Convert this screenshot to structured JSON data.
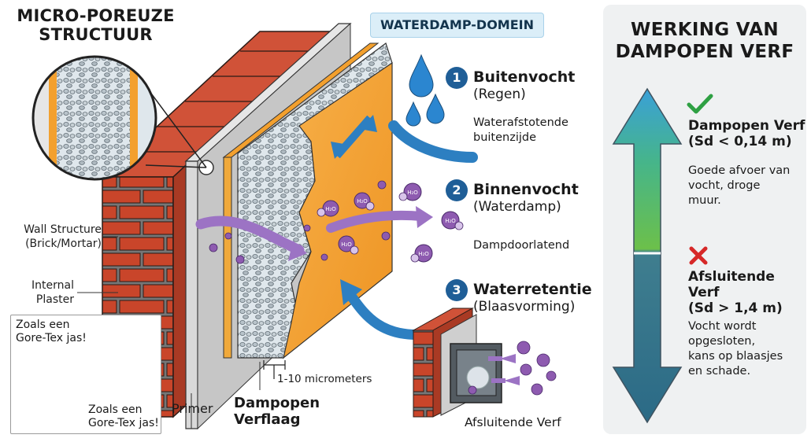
{
  "left_title": {
    "line1": "MICRO-POREUZE",
    "line2": "STRUCTUUR"
  },
  "domain_badge": "WATERDAMP-DOMEIN",
  "left_labels": {
    "wall_structure_1": "Wall Structure",
    "wall_structure_2": "(Brick/Mortar)",
    "internal_plaster_1": "Internal",
    "internal_plaster_2": "Plaster",
    "gore_tex_1": "Zoals een",
    "gore_tex_2": "Gore-Tex jas!",
    "gore_tex_3": "Zoals een",
    "gore_tex_4": "Gore-Tex jas!"
  },
  "bottom_labels": {
    "primer": "Primer",
    "verflaag_1": "Dampopen",
    "verflaag_2": "Verflaag",
    "micrometers": "1-10 micrometers",
    "afsluitende_verf": "Afsluitende Verf"
  },
  "molecule_label": "H₂O",
  "steps": [
    {
      "num": "1",
      "title": "Buitenvocht",
      "subtitle": "(Regen)",
      "desc_1": "Waterafstotende",
      "desc_2": "buitenzijde"
    },
    {
      "num": "2",
      "title": "Binnenvocht",
      "subtitle": "(Waterdamp)",
      "desc_1": "Dampdoorlatend",
      "desc_2": ""
    },
    {
      "num": "3",
      "title": "Waterretentie",
      "subtitle": "(Blaasvorming)",
      "desc_1": "",
      "desc_2": ""
    }
  ],
  "panel": {
    "title_1": "WERKING VAN",
    "title_2": "DAMPOPEN VERF",
    "good": {
      "icon": "check-icon",
      "head_1": "Dampopen Verf",
      "head_2": "(Sd < 0,14 m)",
      "desc_1": "Goede afvoer van",
      "desc_2": "vocht, droge",
      "desc_3": "muur."
    },
    "bad": {
      "icon": "cross-icon",
      "head_1": "Afsluitende",
      "head_2": "Verf",
      "head_3": "(Sd > 1,4 m)",
      "desc_1": "Vocht wordt",
      "desc_2": "opgesloten,",
      "desc_3": "kans op blaasjes",
      "desc_4": "en schade."
    }
  },
  "colors": {
    "brick": "#c9452a",
    "mortar": "#7a7a7a",
    "paint": "#f3a02e",
    "step_circle": "#1f5e97",
    "arrow_blue": "#2d7fc1",
    "vapor_purple": "#8e5bb0",
    "panel_bg": "#eff1f2",
    "check_green": "#2ea043",
    "cross_red": "#d62828"
  }
}
